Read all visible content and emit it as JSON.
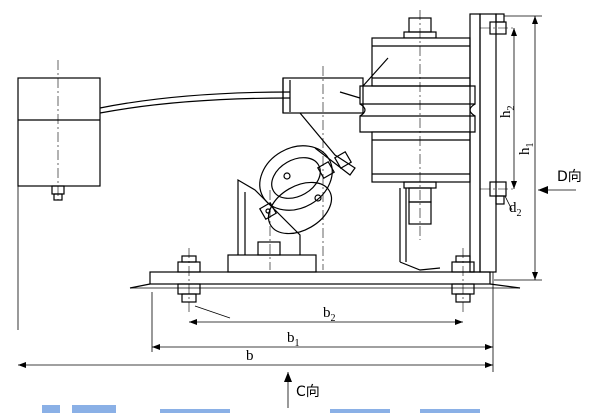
{
  "dimensions": {
    "b": "b",
    "b1": {
      "base": "b",
      "sub": "1"
    },
    "b2": {
      "base": "b",
      "sub": "2"
    },
    "h1": {
      "base": "h",
      "sub": "1"
    },
    "h2": {
      "base": "h",
      "sub": "2"
    },
    "d2": {
      "base": "d",
      "sub": "2"
    }
  },
  "views": {
    "c_direction": "C向",
    "d_direction": "D向"
  }
}
